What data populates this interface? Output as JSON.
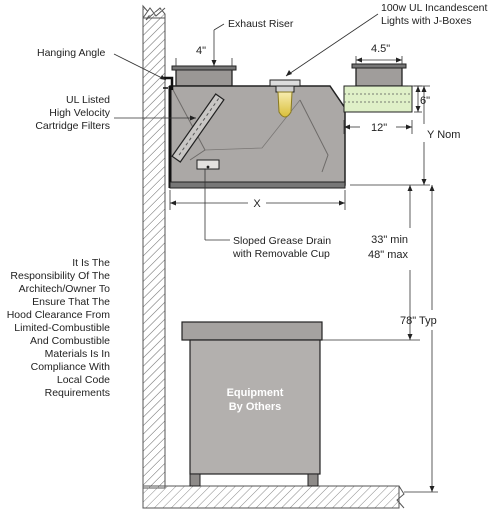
{
  "labels": {
    "exhaust_riser": "Exhaust Riser",
    "lights": [
      "100w UL Incandescent",
      "Lights with J-Boxes"
    ],
    "hanging_angle": "Hanging Angle",
    "filters": [
      "UL Listed",
      "High Velocity",
      "Cartridge Filters"
    ],
    "grease_drain": [
      "Sloped Grease Drain",
      "with Removable Cup"
    ],
    "responsibility_note": [
      "It Is The",
      "Responsibility Of The",
      "Architech/Owner To",
      "Ensure That The",
      "Hood Clearance From",
      "Limited-Combustible",
      "And Combustible",
      "Materials Is In",
      "Compliance With",
      "Local Code",
      "Requirements"
    ],
    "equipment": [
      "Equipment",
      "By Others"
    ]
  },
  "dimensions": {
    "exhaust_width": "4\"",
    "supply_width": "4.5\"",
    "supply_height": "6\"",
    "supply_depth": "12\"",
    "y_nom": "Y Nom",
    "x": "X",
    "clearance_min": "33\" min",
    "clearance_max": "48\" max",
    "overall": "78\" Typ"
  },
  "colors": {
    "hood_body": "#aba8a6",
    "hood_dark": "#8e8b89",
    "wall_hatch": "#888888",
    "supply_green": "#dff0c8",
    "equipment_body": "#b3b0ae",
    "lamp_yellow": "#e8d35a"
  }
}
